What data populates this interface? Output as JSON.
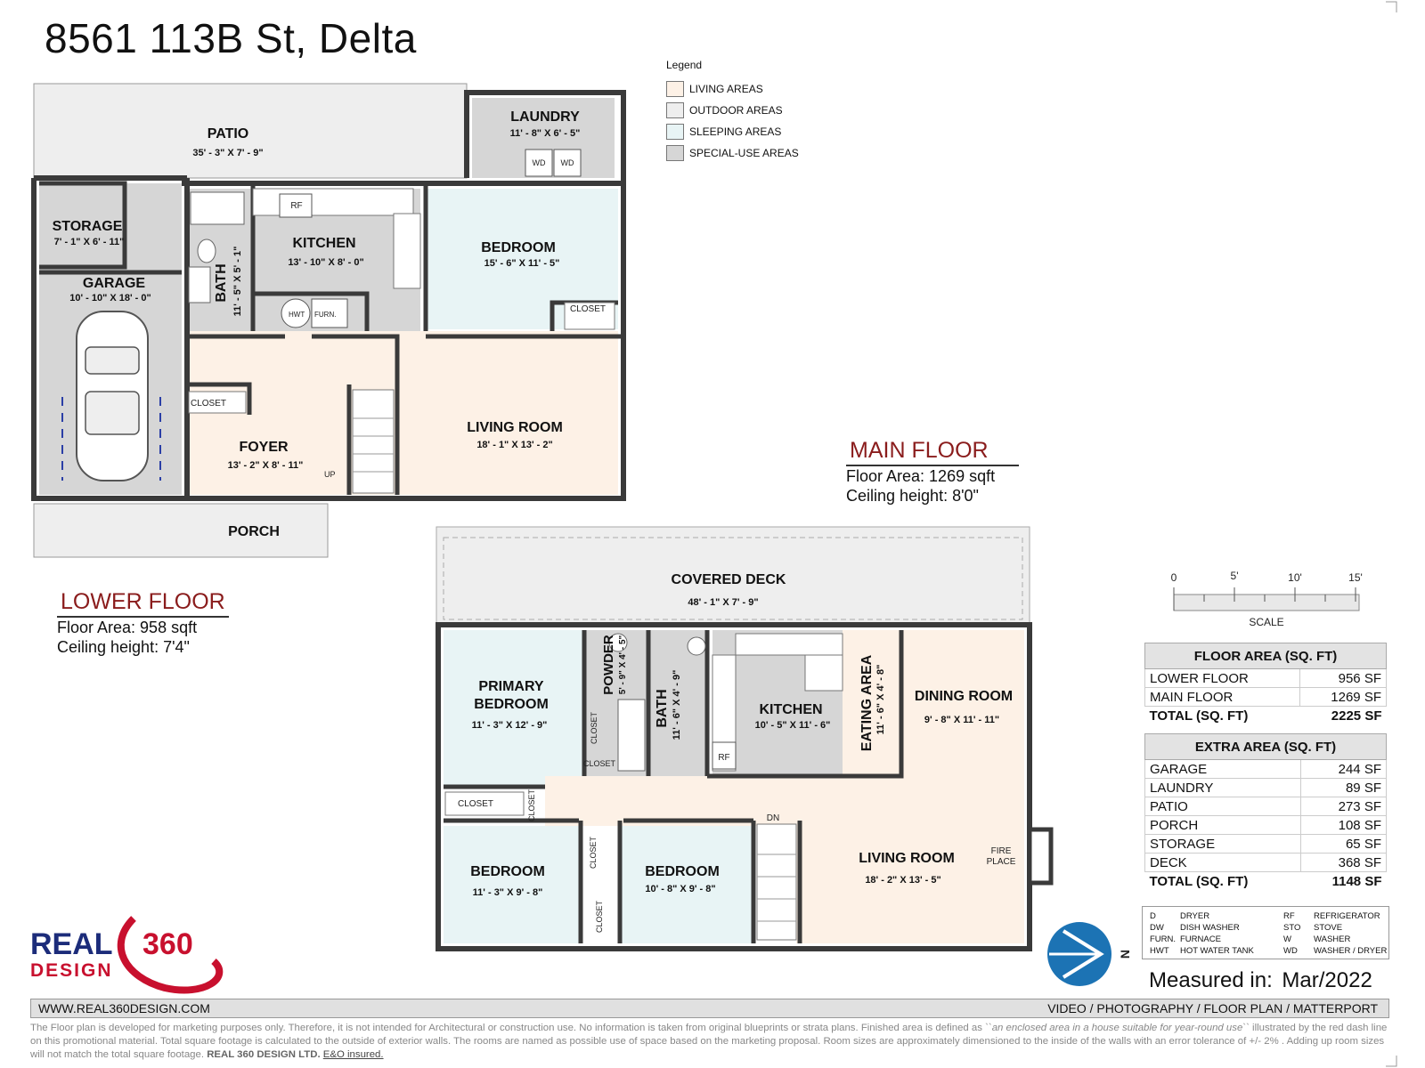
{
  "title": "8561 113B St, Delta",
  "legend": {
    "title": "Legend",
    "items": [
      {
        "label": "LIVING AREAS",
        "color": "#fdf1e6"
      },
      {
        "label": "OUTDOOR AREAS",
        "color": "#eeeeee"
      },
      {
        "label": "SLEEPING AREAS",
        "color": "#e8f4f5"
      },
      {
        "label": "SPECIAL-USE AREAS",
        "color": "#d6d6d6"
      }
    ]
  },
  "lower_floor": {
    "heading": "LOWER FLOOR",
    "area": "Floor Area: 958 sqft",
    "ceiling": "Ceiling height: 7'4\"",
    "rooms": {
      "patio": {
        "name": "PATIO",
        "dims": "35' - 3\" X 7' - 9\""
      },
      "laundry": {
        "name": "LAUNDRY",
        "dims": "11' - 8\" X 6' - 5\""
      },
      "storage": {
        "name": "STORAGE",
        "dims": "7' - 1\" X 6' - 11\""
      },
      "garage": {
        "name": "GARAGE",
        "dims": "10' - 10\" X 18' - 0\""
      },
      "bath": {
        "name": "BATH",
        "dims": "11' - 5\" X 5' - 1\""
      },
      "kitchen": {
        "name": "KITCHEN",
        "dims": "13' - 10\" X 8' - 0\""
      },
      "bedroom": {
        "name": "BEDROOM",
        "dims": "15' - 6\" X 11' - 5\""
      },
      "living": {
        "name": "LIVING ROOM",
        "dims": "18' - 1\" X 13' - 2\""
      },
      "foyer": {
        "name": "FOYER",
        "dims": "13' - 2\" X 8' - 11\""
      },
      "porch": {
        "name": "PORCH"
      }
    },
    "labels": {
      "closet1": "CLOSET",
      "closet2": "CLOSET",
      "rf": "RF",
      "hwt": "HWT",
      "furn": "FURN.",
      "wd1": "WD",
      "wd2": "WD",
      "up": "UP"
    }
  },
  "main_floor": {
    "heading": "MAIN FLOOR",
    "area": "Floor Area: 1269 sqft",
    "ceiling": "Ceiling height: 8'0\"",
    "rooms": {
      "deck": {
        "name": "COVERED DECK",
        "dims": "48' - 1\" X 7' - 9\""
      },
      "primary": {
        "name1": "PRIMARY",
        "name2": "BEDROOM",
        "dims": "11' - 3\" X 12' - 9\""
      },
      "powder": {
        "name": "POWDER",
        "dims": "5' - 9\" X 4' - 5\""
      },
      "bath": {
        "name": "BATH",
        "dims": "11' - 6\" X 4' - 9\""
      },
      "kitchen": {
        "name": "KITCHEN",
        "dims": "10' - 5\" X 11' - 6\""
      },
      "eating": {
        "name": "EATING AREA",
        "dims": "11' - 6\" X 4' - 8\""
      },
      "dining": {
        "name": "DINING ROOM",
        "dims": "9' - 8\" X 11' - 11\""
      },
      "bed2": {
        "name": "BEDROOM",
        "dims": "11' - 3\" X 9' - 8\""
      },
      "bed3": {
        "name": "BEDROOM",
        "dims": "10' - 8\" X 9' - 8\""
      },
      "living": {
        "name": "LIVING ROOM",
        "dims": "18' - 2\" X 13' - 5\""
      }
    },
    "labels": {
      "closet_a": "CLOSET",
      "closet_b": "CLOSET",
      "closet_c": "CLOSET",
      "closet_d": "CLOSET",
      "closet_e": "CLOSET",
      "closet_f": "CLOSET",
      "rf": "RF",
      "dn": "DN",
      "fire1": "FIRE",
      "fire2": "PLACE"
    }
  },
  "scale": {
    "ticks": [
      "0",
      "5'",
      "10'",
      "15'"
    ],
    "label": "SCALE"
  },
  "floor_area_table": {
    "title": "FLOOR AREA (SQ. FT)",
    "rows": [
      {
        "label": "LOWER FLOOR",
        "value": "956 SF"
      },
      {
        "label": "MAIN FLOOR",
        "value": "1269 SF"
      }
    ],
    "total": {
      "label": "TOTAL (SQ. FT)",
      "value": "2225 SF"
    }
  },
  "extra_area_table": {
    "title": "EXTRA AREA (SQ. FT)",
    "rows": [
      {
        "label": "GARAGE",
        "value": "244 SF"
      },
      {
        "label": "LAUNDRY",
        "value": "89 SF"
      },
      {
        "label": "PATIO",
        "value": "273 SF"
      },
      {
        "label": "PORCH",
        "value": "108 SF"
      },
      {
        "label": "STORAGE",
        "value": "65 SF"
      },
      {
        "label": "DECK",
        "value": "368 SF"
      }
    ],
    "total": {
      "label": "TOTAL (SQ. FT)",
      "value": "1148 SF"
    }
  },
  "abbreviations": [
    {
      "code": "D",
      "meaning": "DRYER"
    },
    {
      "code": "DW",
      "meaning": "DISH WASHER"
    },
    {
      "code": "FURN.",
      "meaning": "FURNACE"
    },
    {
      "code": "HWT",
      "meaning": "HOT WATER TANK"
    },
    {
      "code": "RF",
      "meaning": "REFRIGERATOR"
    },
    {
      "code": "STO",
      "meaning": "STOVE"
    },
    {
      "code": "W",
      "meaning": "WASHER"
    },
    {
      "code": "WD",
      "meaning": "WASHER / DRYER"
    }
  ],
  "compass": {
    "letter": "N"
  },
  "measured": {
    "label": "Measured in:",
    "date": "Mar/2022"
  },
  "logo": {
    "line1": "REAL",
    "num": "360",
    "line2": "DESIGN"
  },
  "bar": {
    "website": "WWW.REAL360DESIGN.COM",
    "services": "VIDEO / PHOTOGRAPHY / FLOOR PLAN / MATTERPORT"
  },
  "disclaimer": {
    "part1": "The Floor plan is developed for marketing purposes only. Therefore, it is not intended for Architectural or construction use. No information is taken from original blueprints or strata plans. Finished area is defined as ``",
    "italic": "an enclosed area in a house suitable for year-round use",
    "part2": "`` illustrated by the red dash line on this promotional material. Total square footage is calculated to the outside of exterior walls. The rooms are named as possible use of space based on the marketing proposal. Room sizes are approximately dimensioned to the inside of the walls with an error tolerance of +/- 2% . Adding up room sizes will not match the total square footage. ",
    "company": "REAL 360 DESIGN LTD.",
    "eo": "E&O insured."
  }
}
